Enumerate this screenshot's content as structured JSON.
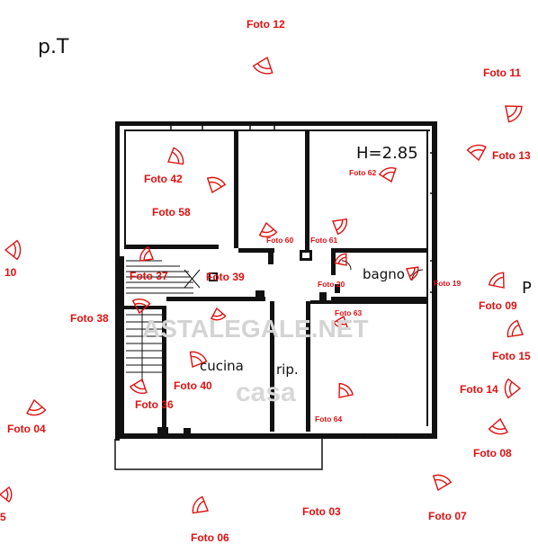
{
  "floor_label": "p.T",
  "height_label": "H=2.85",
  "edge_label": "P",
  "rooms": {
    "bagno": "bagno",
    "cucina": "cucina",
    "rip": "rip."
  },
  "watermarks": {
    "site": "ASTALEGALE.NET",
    "casa": "casa"
  },
  "accent_color": "#e01010",
  "wall_color": "#111111",
  "photos": [
    {
      "id": "foto-12",
      "label": "Foto 12"
    },
    {
      "id": "foto-11",
      "label": "Foto 11"
    },
    {
      "id": "foto-13",
      "label": "Foto 13"
    },
    {
      "id": "foto-42",
      "label": "Foto 42"
    },
    {
      "id": "foto-58",
      "label": "Foto 58"
    },
    {
      "id": "foto-62",
      "label": "Foto 62"
    },
    {
      "id": "foto-60",
      "label": "Foto 60"
    },
    {
      "id": "foto-61",
      "label": "Foto 61"
    },
    {
      "id": "foto-10",
      "label": "10"
    },
    {
      "id": "foto-37",
      "label": "Foto 37"
    },
    {
      "id": "foto-39",
      "label": "Foto 39"
    },
    {
      "id": "foto-20",
      "label": "Foto 20"
    },
    {
      "id": "foto-19",
      "label": "Foto 19"
    },
    {
      "id": "foto-09",
      "label": "Foto 09"
    },
    {
      "id": "foto-38",
      "label": "Foto 38"
    },
    {
      "id": "foto-63",
      "label": "Foto 63"
    },
    {
      "id": "foto-15",
      "label": "Foto 15"
    },
    {
      "id": "foto-40",
      "label": "Foto 40"
    },
    {
      "id": "foto-14",
      "label": "Foto 14"
    },
    {
      "id": "foto-36",
      "label": "Foto 36"
    },
    {
      "id": "foto-64",
      "label": "Foto 64"
    },
    {
      "id": "foto-04",
      "label": "Foto 04"
    },
    {
      "id": "foto-08",
      "label": "Foto 08"
    },
    {
      "id": "foto-03",
      "label": "Foto 03"
    },
    {
      "id": "foto-07",
      "label": "Foto 07"
    },
    {
      "id": "foto-05",
      "label": "5"
    },
    {
      "id": "foto-06",
      "label": "Foto 06"
    }
  ]
}
